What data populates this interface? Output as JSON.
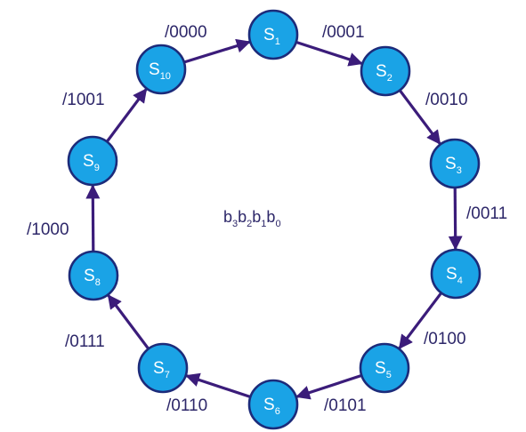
{
  "center_label": {
    "parts": [
      {
        "base": "b",
        "sub": "3"
      },
      {
        "base": "b",
        "sub": "2"
      },
      {
        "base": "b",
        "sub": "1"
      },
      {
        "base": "b",
        "sub": "0"
      }
    ]
  },
  "states": [
    {
      "id": "S1",
      "base": "S",
      "sub": "1"
    },
    {
      "id": "S2",
      "base": "S",
      "sub": "2"
    },
    {
      "id": "S3",
      "base": "S",
      "sub": "3"
    },
    {
      "id": "S4",
      "base": "S",
      "sub": "4"
    },
    {
      "id": "S5",
      "base": "S",
      "sub": "5"
    },
    {
      "id": "S6",
      "base": "S",
      "sub": "6"
    },
    {
      "id": "S7",
      "base": "S",
      "sub": "7"
    },
    {
      "id": "S8",
      "base": "S",
      "sub": "8"
    },
    {
      "id": "S9",
      "base": "S",
      "sub": "9"
    },
    {
      "id": "S10",
      "base": "S",
      "sub": "10"
    }
  ],
  "transitions": [
    {
      "from": "S10",
      "to": "S1",
      "label": "/0000"
    },
    {
      "from": "S1",
      "to": "S2",
      "label": "/0001"
    },
    {
      "from": "S2",
      "to": "S3",
      "label": "/0010"
    },
    {
      "from": "S3",
      "to": "S4",
      "label": "/0011"
    },
    {
      "from": "S4",
      "to": "S5",
      "label": "/0100"
    },
    {
      "from": "S5",
      "to": "S6",
      "label": "/0101"
    },
    {
      "from": "S6",
      "to": "S7",
      "label": "/0110"
    },
    {
      "from": "S7",
      "to": "S8",
      "label": "/0111"
    },
    {
      "from": "S8",
      "to": "S9",
      "label": "/1000"
    },
    {
      "from": "S9",
      "to": "S10",
      "label": "/1001"
    }
  ],
  "colors": {
    "state_fill": "#1aa3e6",
    "state_stroke": "#1c2b7a",
    "edge": "#3b1c7a",
    "label": "#2d2769"
  }
}
